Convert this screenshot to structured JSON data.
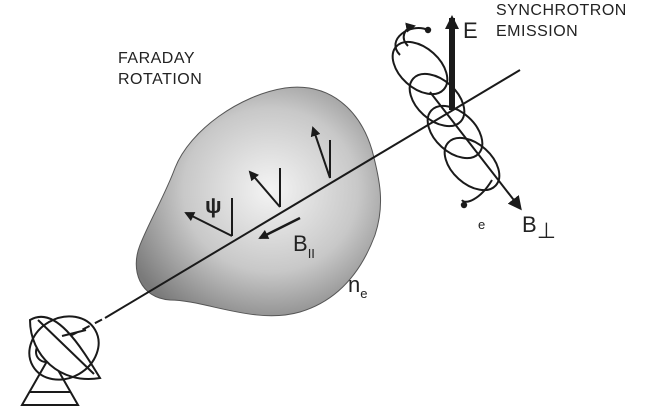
{
  "labels": {
    "faraday_line1": "FARADAY",
    "faraday_line2": "ROTATION",
    "synchro_line1": "SYNCHROTRON",
    "synchro_line2": "EMISSION",
    "psi": "ψ",
    "b_parallel_base": "B",
    "b_parallel_sub": "II",
    "n_base": "n",
    "n_sub": "e",
    "e_field": "E",
    "electron": "e",
    "b_perp_base": "B",
    "b_perp_sub": "⊥"
  },
  "colors": {
    "ink": "#1a1a1a",
    "cloud_center": "#f2f2f2",
    "cloud_edge": "#6e6e6e"
  }
}
